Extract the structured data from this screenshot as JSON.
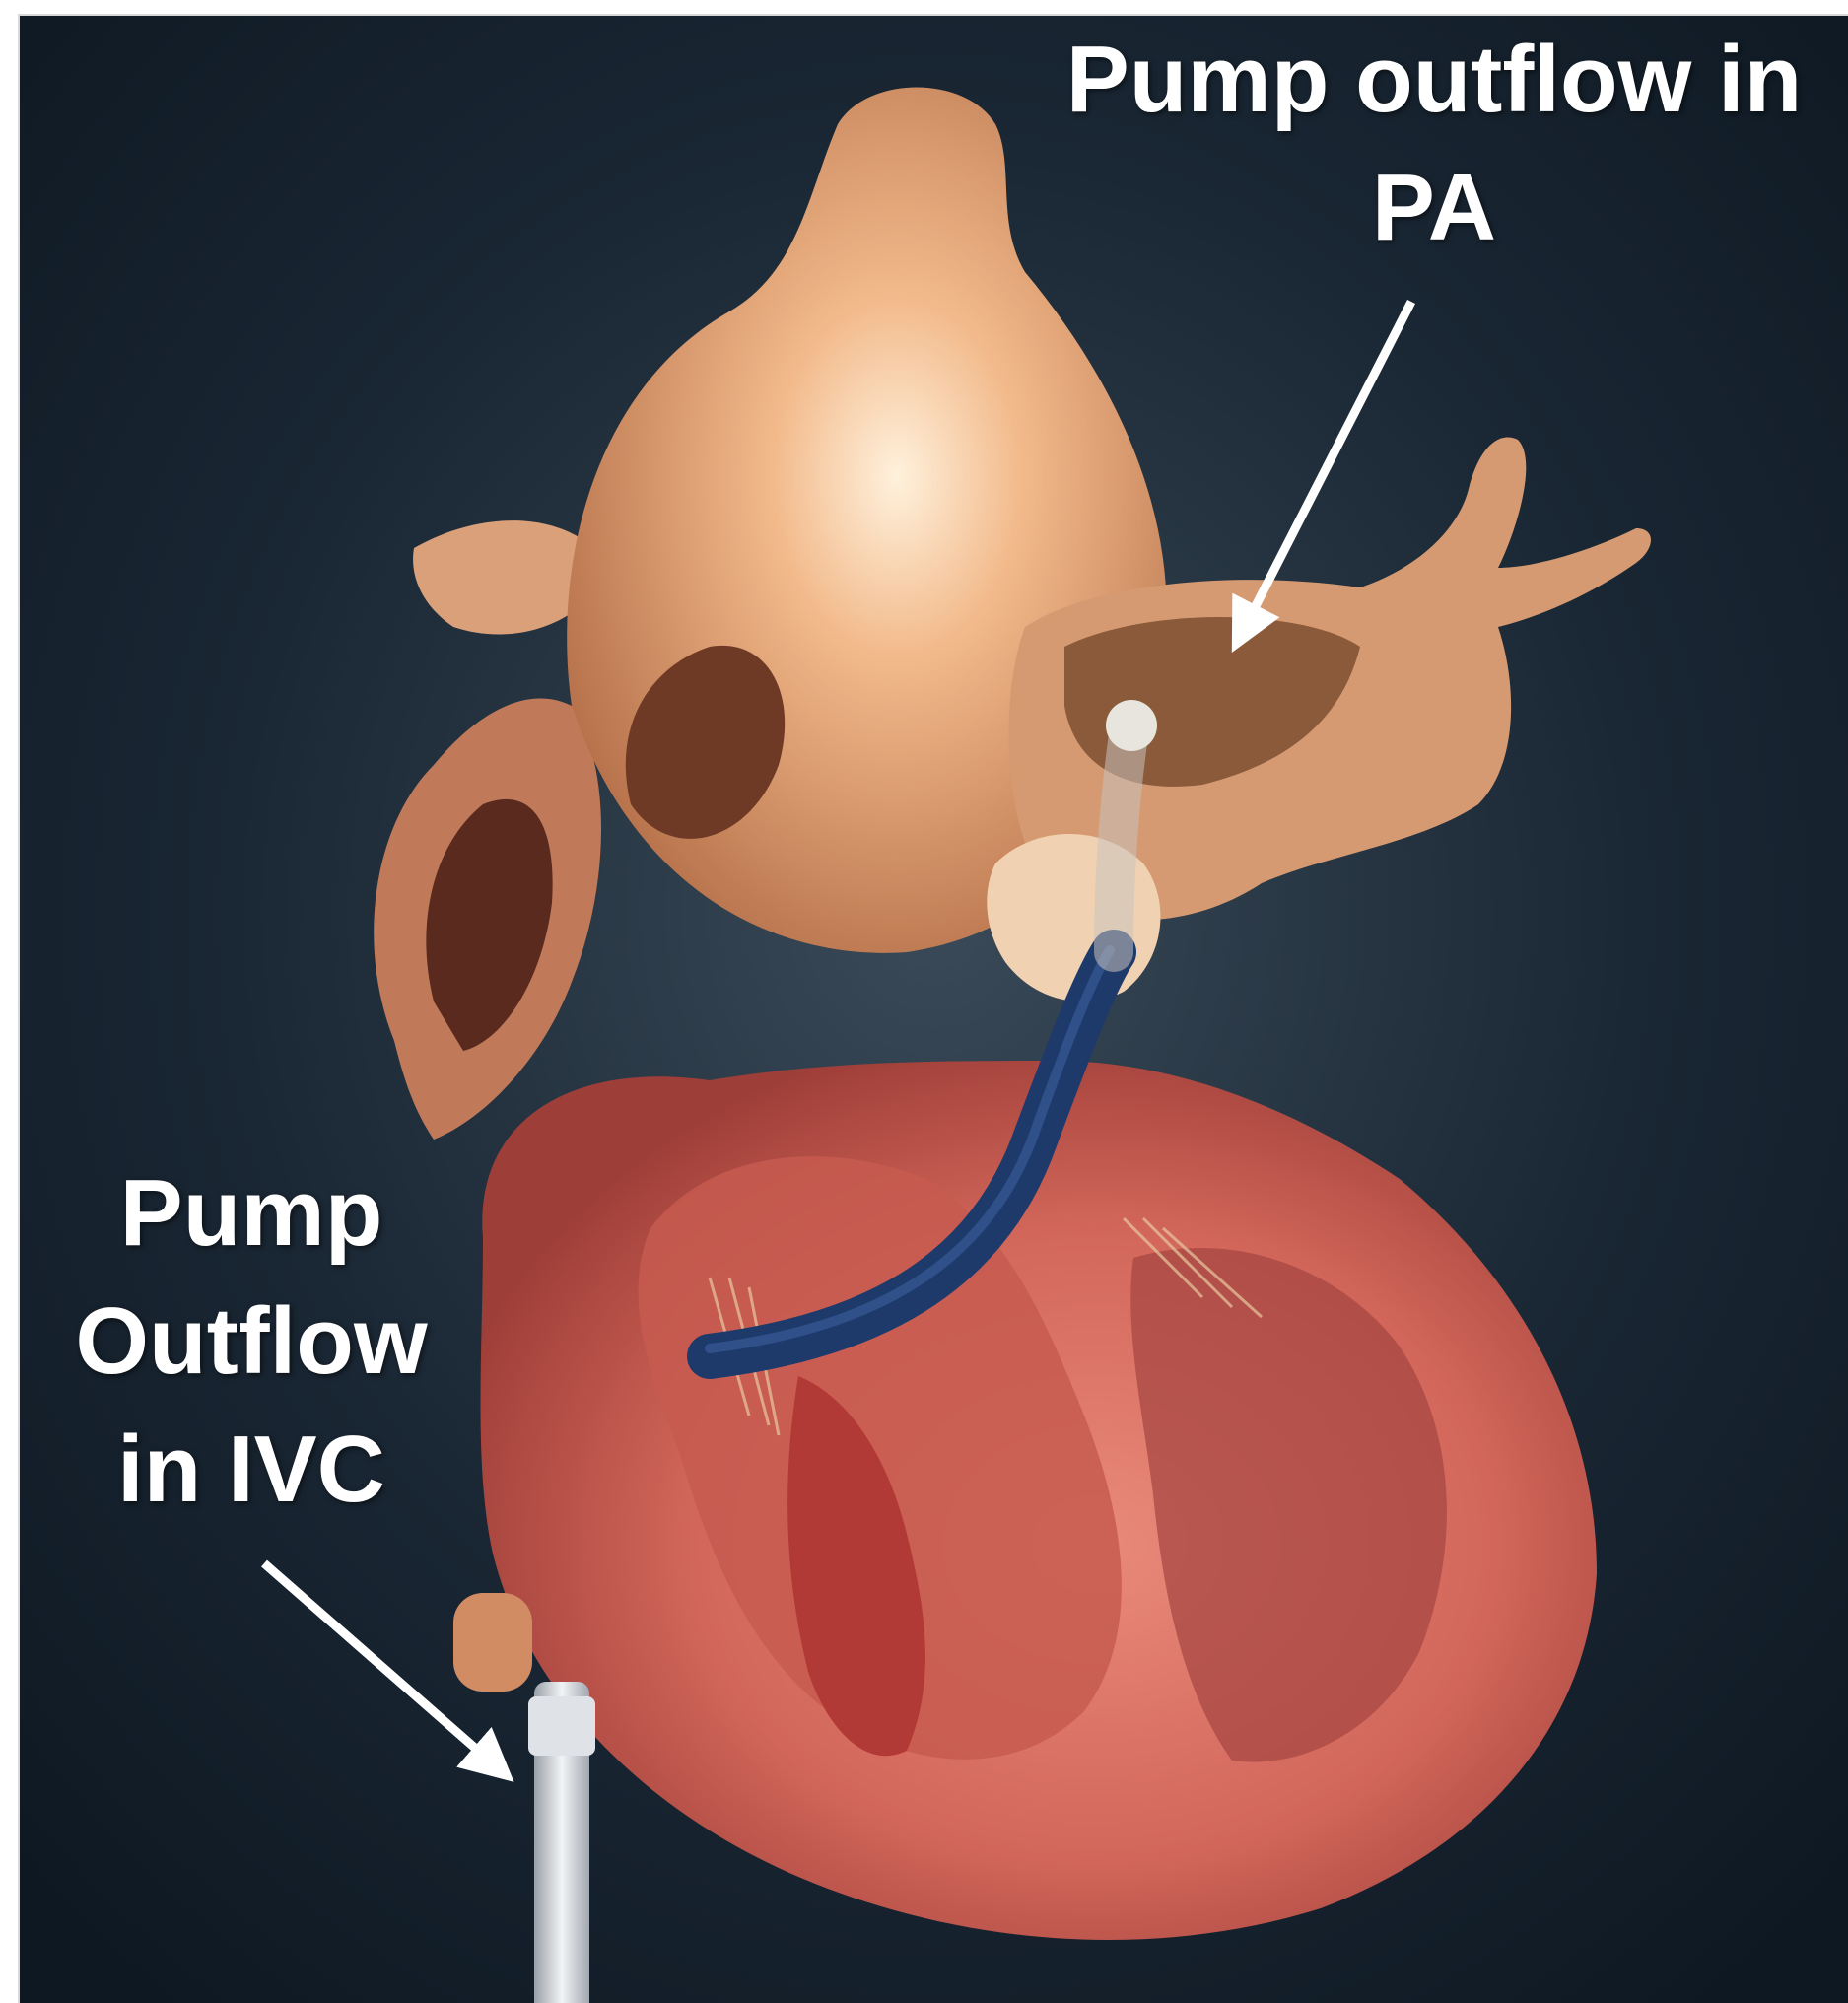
{
  "annotations": {
    "pa_label_line1": "Pump outflow in",
    "pa_label_line2": "PA",
    "ivc_label_line1": "Pump",
    "ivc_label_line2": "Outflow",
    "ivc_label_line3": "in IVC"
  },
  "colors": {
    "background": "#14202c",
    "heart_upper": "#e8a77a",
    "heart_ventricle": "#d86a5e",
    "cannula": "#1d3a6b",
    "arrow": "#ffffff"
  }
}
